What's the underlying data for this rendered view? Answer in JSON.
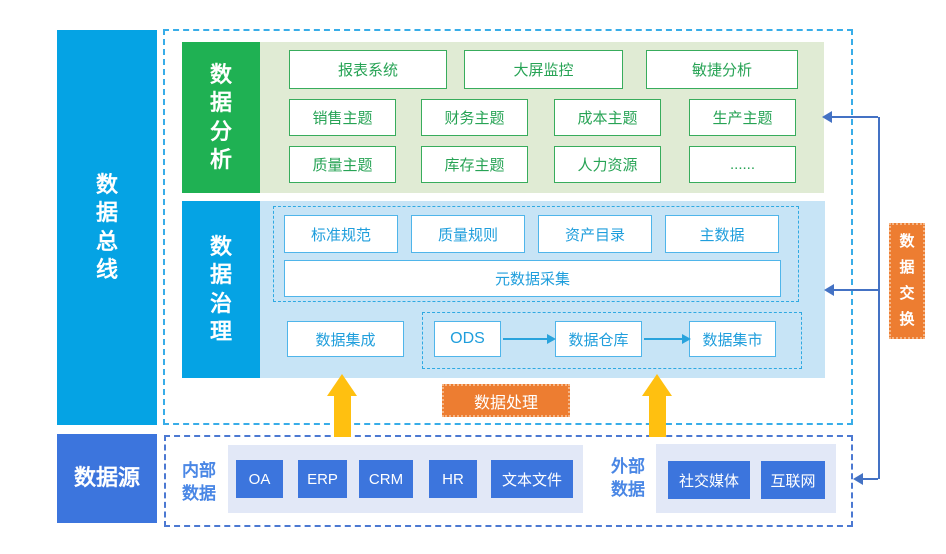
{
  "bus": {
    "label": "数\n据\n总\n线"
  },
  "exchange": {
    "label": "数\n据\n交\n换"
  },
  "analysis": {
    "label": "数\n据\n分\n析",
    "row1": [
      "报表系统",
      "大屏监控",
      "敏捷分析"
    ],
    "row2": [
      "销售主题",
      "财务主题",
      "成本主题",
      "生产主题"
    ],
    "row3": [
      "质量主题",
      "库存主题",
      "人力资源",
      "......"
    ]
  },
  "governance": {
    "label": "数\n据\n治\n理",
    "rules": [
      "标准规范",
      "质量规则",
      "资产目录",
      "主数据"
    ],
    "metadata": "元数据采集",
    "integration": "数据集成",
    "pipeline": [
      "ODS",
      "数据仓库",
      "数据集市"
    ]
  },
  "processing": {
    "label": "数据处理"
  },
  "source": {
    "label": "数据源",
    "internal": {
      "label": "内部\n数据",
      "items": [
        "OA",
        "ERP",
        "CRM",
        "HR",
        "文本文件"
      ]
    },
    "external": {
      "label": "外部\n数据",
      "items": [
        "社交媒体",
        "互联网"
      ]
    }
  },
  "colors": {
    "cyan_block": "#05A3E4",
    "green_block": "#1FB153",
    "green_panel": "#E0EBD4",
    "green_border": "#38AC5C",
    "blue_panel": "#C7E4F6",
    "blue_box_border": "#4FB5EA",
    "blue_text": "#1F9EDC",
    "royal_blue": "#3C75DD",
    "royal_panel": "#E2E8F7",
    "bottom_dash": "#4C79D2",
    "top_dash": "#38ADE8",
    "connector": "#4472C4",
    "orange": "#ED7D31",
    "yellow_arrow": "#FFC010"
  }
}
